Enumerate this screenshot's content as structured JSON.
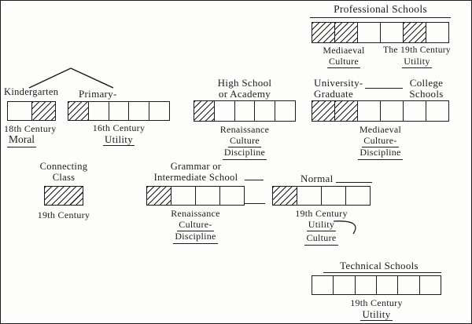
{
  "colors": {
    "ink": "#1c1c1c",
    "paper": "#fdfdfb"
  },
  "diagram": {
    "professional": {
      "title": "Professional Schools",
      "cells": [
        "hatched",
        "hatched",
        "plain",
        "plain",
        "hatched",
        "plain"
      ],
      "caption_left": {
        "line1": "Mediaeval",
        "line2": "Culture"
      },
      "caption_right": {
        "line1": "The 19th Century",
        "line2": "Utility"
      }
    },
    "kindergarten": {
      "title": "Kindergarten",
      "cells": [
        "plain",
        "hatched"
      ],
      "caption": {
        "line1": "18th Century",
        "line2": "Moral"
      }
    },
    "primary": {
      "title": "Primary-",
      "cells": [
        "hatched",
        "plain",
        "plain",
        "plain",
        "plain"
      ],
      "caption": {
        "line1": "16th Century",
        "line2": "Utility"
      }
    },
    "high_school": {
      "title_line1": "High School",
      "title_line2": "or Academy",
      "cells": [
        "hatched",
        "plain",
        "plain",
        "plain",
        "plain"
      ],
      "caption": {
        "line1": "Renaissance",
        "line2": "Culture",
        "line3": "Discipline"
      }
    },
    "university": {
      "title_left_line1": "University-",
      "title_left_line2": "Graduate",
      "title_right_line1": "College",
      "title_right_line2": "Schools",
      "cells": [
        "hatched",
        "hatched",
        "plain",
        "plain",
        "plain",
        "plain"
      ],
      "caption": {
        "line1": "Mediaeval",
        "line2": "Culture-",
        "line3": "Discipline"
      }
    },
    "connecting": {
      "title_line1": "Connecting",
      "title_line2": "Class",
      "cells": [
        "hatched"
      ],
      "caption": {
        "line1": "19th Century"
      }
    },
    "grammar": {
      "title_line1": "Grammar or",
      "title_line2": "Intermediate School",
      "cells": [
        "hatched",
        "plain",
        "plain",
        "plain"
      ],
      "caption": {
        "line1": "Renaissance",
        "line2": "Culture-",
        "line3": "Discipline"
      }
    },
    "normal": {
      "title": "Normal",
      "cells": [
        "hatched",
        "plain",
        "plain",
        "plain"
      ],
      "caption": {
        "line1": "19th Century",
        "line2": "Utility",
        "line3": "Culture"
      }
    },
    "technical": {
      "title": "Technical Schools",
      "cells": [
        "plain",
        "plain",
        "plain",
        "plain",
        "plain",
        "plain"
      ],
      "caption": {
        "line1": "19th Century",
        "line2": "Utility"
      }
    }
  }
}
